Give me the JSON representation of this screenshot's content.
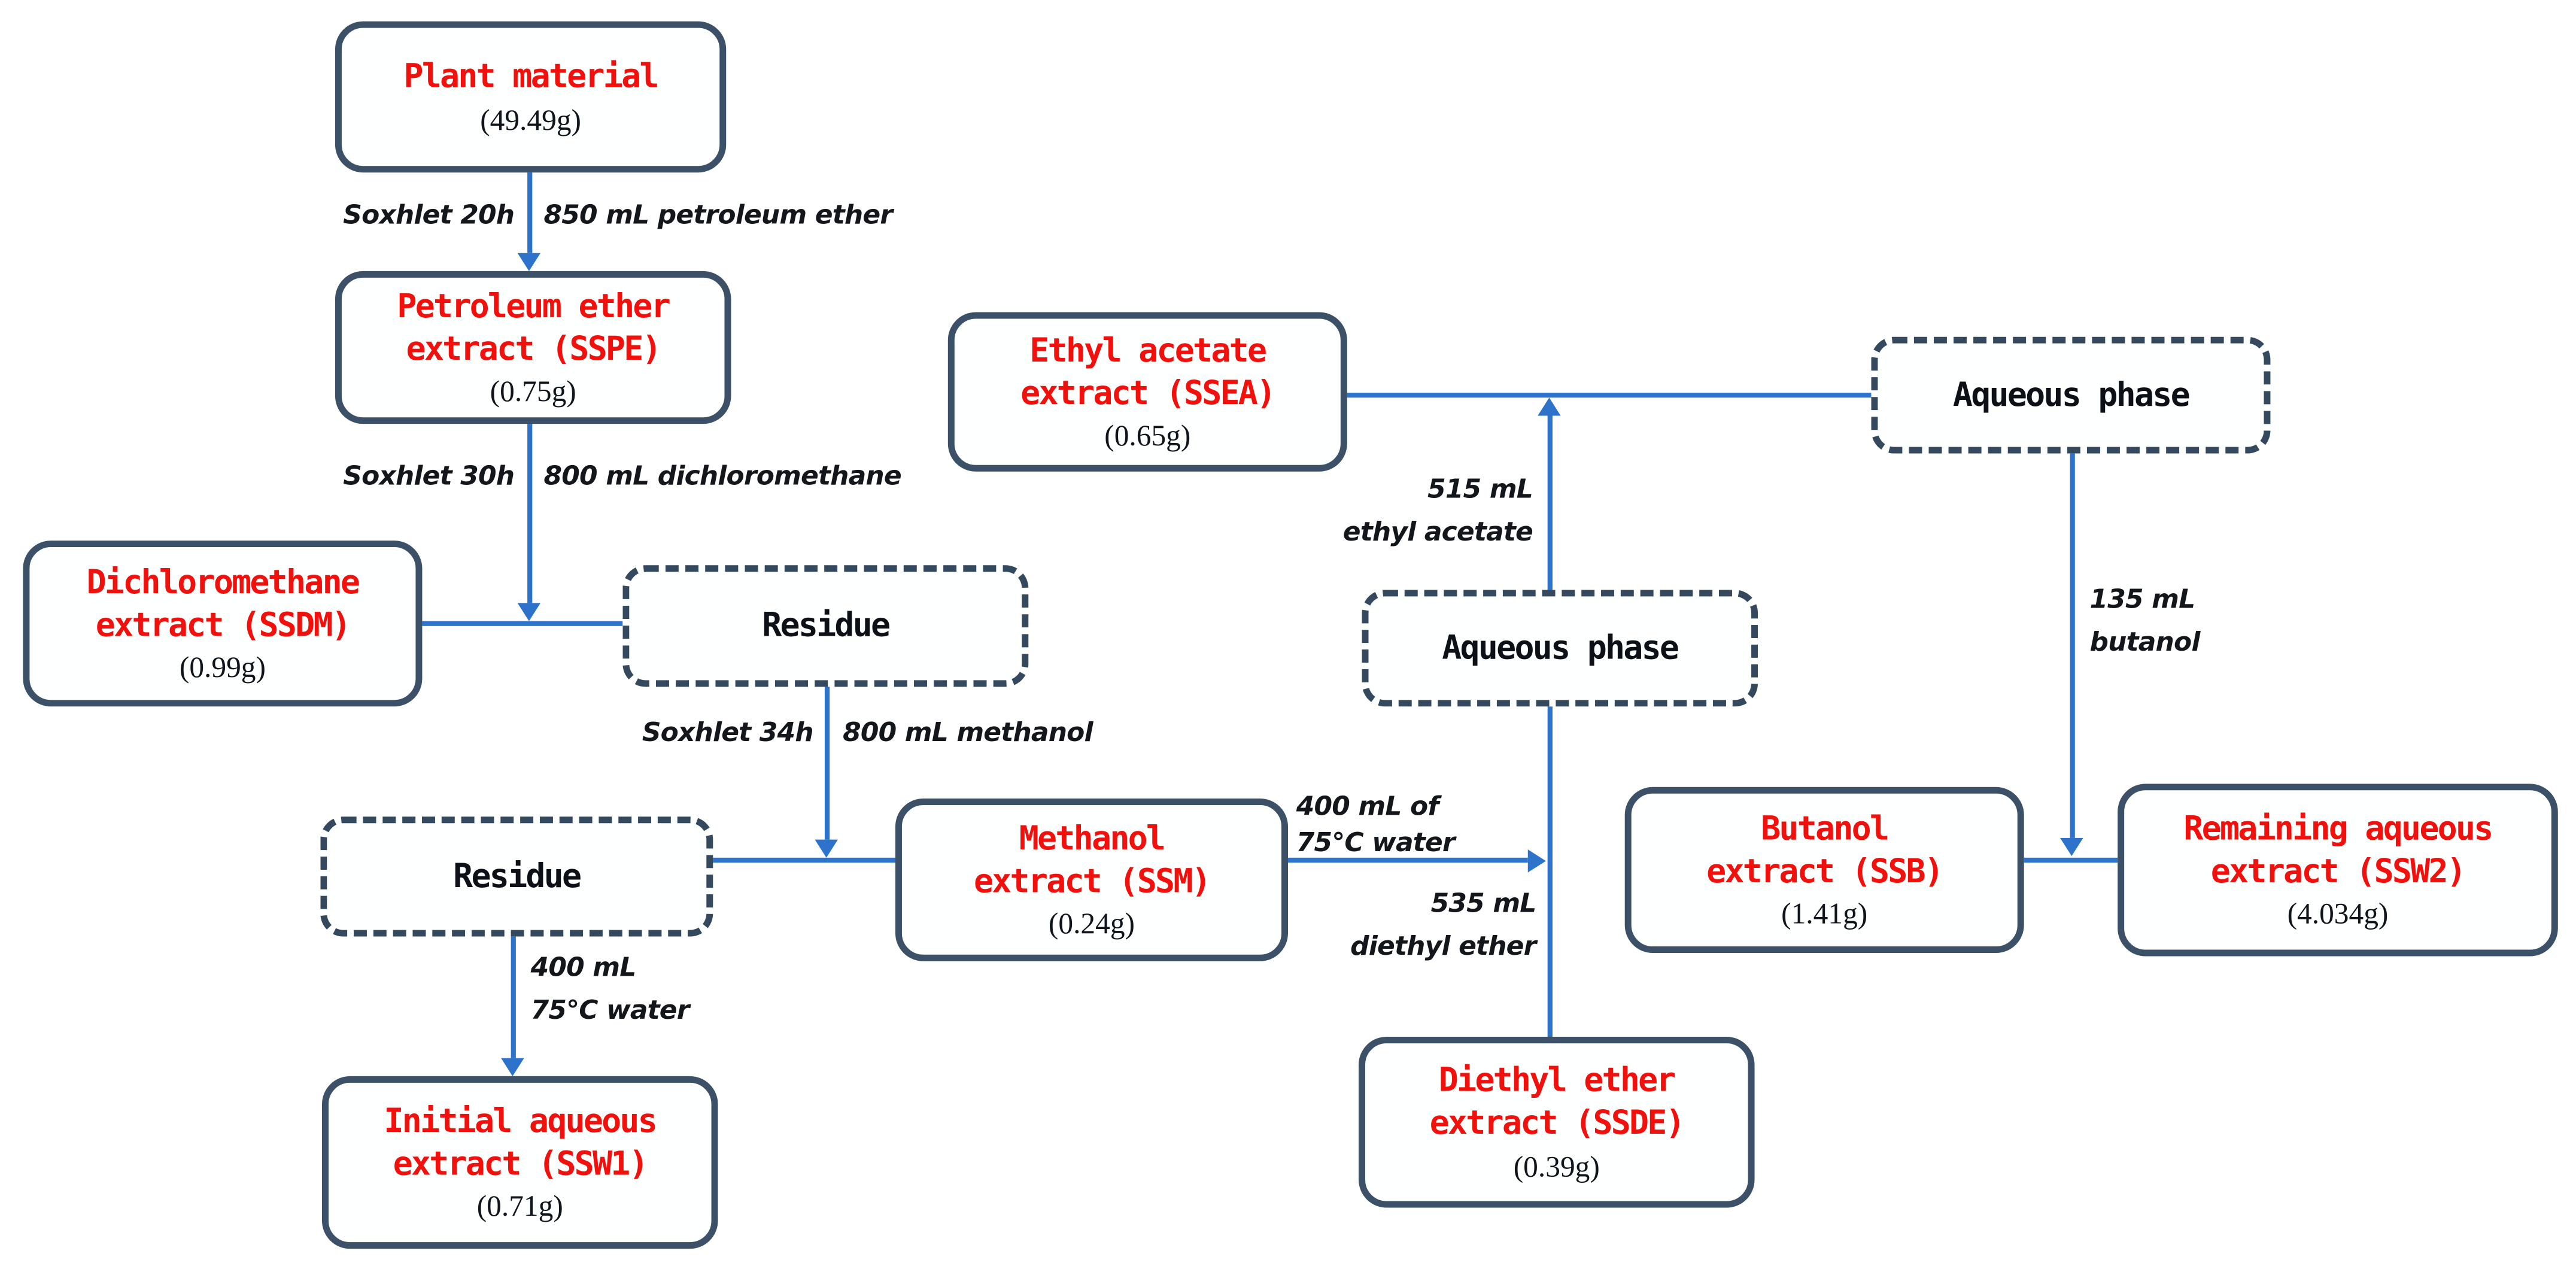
{
  "colors": {
    "box_border": "#3c5168",
    "dashed_border": "#35495e",
    "connector_blue": "#2d73cb",
    "title_red": "#f2100d",
    "text_black": "#10151b"
  },
  "diagram": {
    "nodes": [
      {
        "id": "plant",
        "kind": "extract",
        "title_lines": [
          "Plant material"
        ],
        "weight": "(49.49g)"
      },
      {
        "id": "sspe",
        "kind": "extract",
        "title_lines": [
          "Petroleum ether",
          "extract (SSPE)"
        ],
        "weight": "(0.75g)"
      },
      {
        "id": "ssdm",
        "kind": "extract",
        "title_lines": [
          "Dichloromethane",
          "extract (SSDM)"
        ],
        "weight": "(0.99g)"
      },
      {
        "id": "residue1",
        "kind": "intermediate",
        "title_lines": [
          "Residue"
        ]
      },
      {
        "id": "residue2",
        "kind": "intermediate",
        "title_lines": [
          "Residue"
        ]
      },
      {
        "id": "ssm",
        "kind": "extract",
        "title_lines": [
          "Methanol",
          "extract (SSM)"
        ],
        "weight": "(0.24g)"
      },
      {
        "id": "ssw1",
        "kind": "extract",
        "title_lines": [
          "Initial aqueous",
          "extract (SSW1)"
        ],
        "weight": "(0.71g)"
      },
      {
        "id": "ssea",
        "kind": "extract",
        "title_lines": [
          "Ethyl acetate",
          "extract (SSEA)"
        ],
        "weight": "(0.65g)"
      },
      {
        "id": "aq_mid",
        "kind": "intermediate",
        "title_lines": [
          "Aqueous phase"
        ]
      },
      {
        "id": "aq_right",
        "kind": "intermediate",
        "title_lines": [
          "Aqueous phase"
        ]
      },
      {
        "id": "ssb",
        "kind": "extract",
        "title_lines": [
          "Butanol",
          "extract (SSB)"
        ],
        "weight": "(1.41g)"
      },
      {
        "id": "ssw2",
        "kind": "extract",
        "title_lines": [
          "Remaining aqueous",
          "extract (SSW2)"
        ],
        "weight": "(4.034g)"
      },
      {
        "id": "ssde",
        "kind": "extract",
        "title_lines": [
          "Diethyl ether",
          "extract (SSDE)"
        ],
        "weight": "(0.39g)"
      }
    ],
    "edge_labels": [
      {
        "id": "soxhlet20",
        "lines": [
          "Soxhlet 20h"
        ]
      },
      {
        "id": "pe850",
        "lines": [
          "850 mL petroleum ether"
        ]
      },
      {
        "id": "soxhlet30",
        "lines": [
          "Soxhlet 30h"
        ]
      },
      {
        "id": "dcm800",
        "lines": [
          "800 mL dichloromethane"
        ]
      },
      {
        "id": "soxhlet34",
        "lines": [
          "Soxhlet 34h"
        ]
      },
      {
        "id": "meoh800",
        "lines": [
          "800 mL methanol"
        ]
      },
      {
        "id": "water400_left",
        "lines": [
          "400 mL",
          "75°C water"
        ]
      },
      {
        "id": "water400_mid",
        "lines": [
          "400 mL of",
          "75°C water"
        ]
      },
      {
        "id": "dee535",
        "lines": [
          "535 mL",
          "diethyl ether"
        ]
      },
      {
        "id": "ea515",
        "lines": [
          "515 mL",
          "ethyl acetate"
        ]
      },
      {
        "id": "butanol135",
        "lines": [
          "135 mL",
          "butanol"
        ]
      }
    ]
  }
}
